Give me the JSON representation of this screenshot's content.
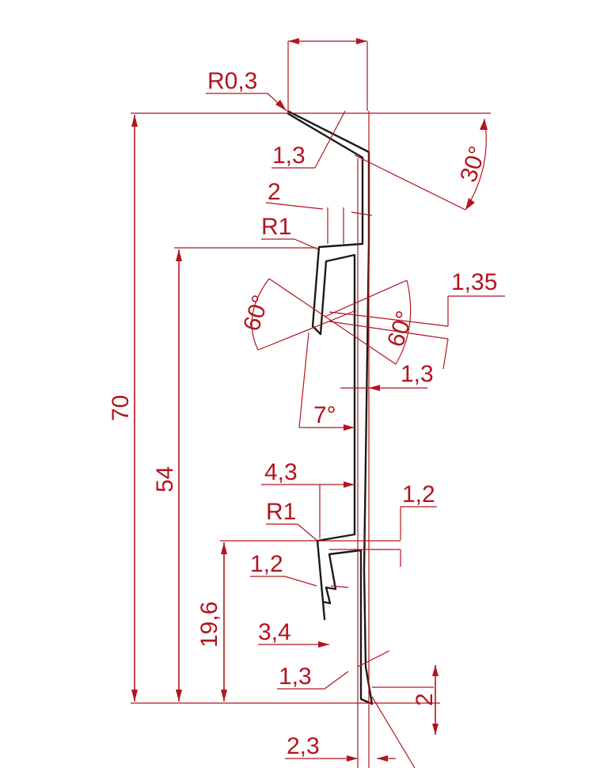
{
  "drawing": {
    "colors": {
      "dimension": "#b3141e",
      "profile": "#1b1b1b",
      "background": "#ffffff"
    },
    "labels": {
      "r_top": "R0,3",
      "t_top": "1,3",
      "angle_top": "30°",
      "gap_top": "2",
      "r_mid": "R1",
      "thk_135": "1,35",
      "angle_left": "60°",
      "angle_right": "60°",
      "t_mid": "1,3",
      "angle_7": "7°",
      "h_total": "70",
      "h_54": "54",
      "w_43": "4,3",
      "t_12_top": "1,2",
      "r_low": "R1",
      "t_12_low": "1,2",
      "h_196": "19,6",
      "w_34": "3,4",
      "t_bottom": "1,3",
      "h_2": "2",
      "w_23": "2,3"
    }
  }
}
